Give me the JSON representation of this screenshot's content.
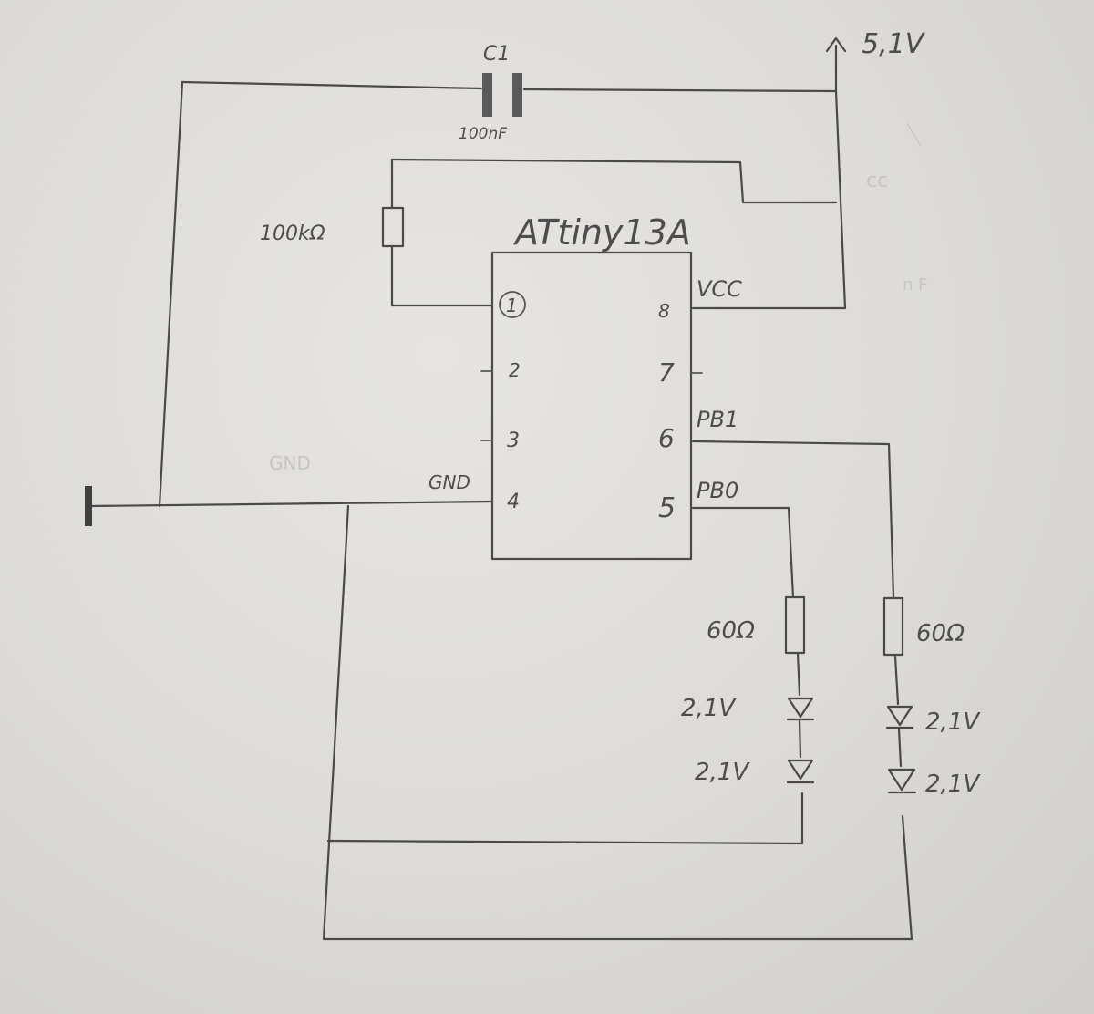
{
  "supply": {
    "label": "5,1V"
  },
  "capacitor": {
    "name": "C1",
    "value": "100nF"
  },
  "pullup_resistor": {
    "value": "100kΩ"
  },
  "ic": {
    "name": "ATtiny13A",
    "pins_left": [
      "1",
      "2",
      "3",
      "4"
    ],
    "pins_right": [
      "8",
      "7",
      "6",
      "5"
    ],
    "labels": {
      "vcc": "VCC",
      "pb1": "PB1",
      "pb0": "PB0",
      "gnd": "GND"
    }
  },
  "branch_pb0": {
    "resistor": "60Ω",
    "led1": "2,1V",
    "led2": "2,1V"
  },
  "branch_pb1": {
    "resistor": "60Ω",
    "led1": "2,1V",
    "led2": "2,1V"
  }
}
